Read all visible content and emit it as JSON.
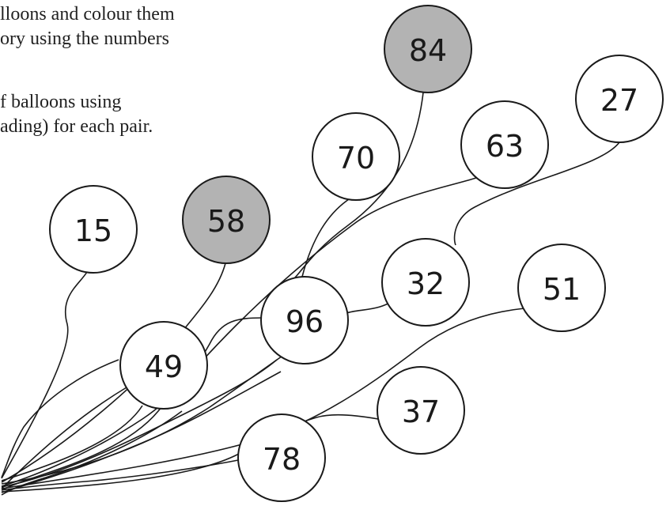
{
  "instructions": {
    "line1": "lloons and colour them",
    "line2": "ory using the numbers",
    "line3": "f balloons using",
    "line4": "ading) for each pair."
  },
  "colors": {
    "shaded": "#b3b3b3",
    "plain": "#ffffff",
    "outline": "#1a1a1a"
  },
  "balloons": [
    {
      "id": "84",
      "label": "84",
      "shaded": true
    },
    {
      "id": "27",
      "label": "27",
      "shaded": false
    },
    {
      "id": "63",
      "label": "63",
      "shaded": false
    },
    {
      "id": "70",
      "label": "70",
      "shaded": false
    },
    {
      "id": "15",
      "label": "15",
      "shaded": false
    },
    {
      "id": "58",
      "label": "58",
      "shaded": true
    },
    {
      "id": "32",
      "label": "32",
      "shaded": false
    },
    {
      "id": "51",
      "label": "51",
      "shaded": false
    },
    {
      "id": "96",
      "label": "96",
      "shaded": false
    },
    {
      "id": "49",
      "label": "49",
      "shaded": false
    },
    {
      "id": "37",
      "label": "37",
      "shaded": false
    },
    {
      "id": "78",
      "label": "78",
      "shaded": false
    }
  ]
}
